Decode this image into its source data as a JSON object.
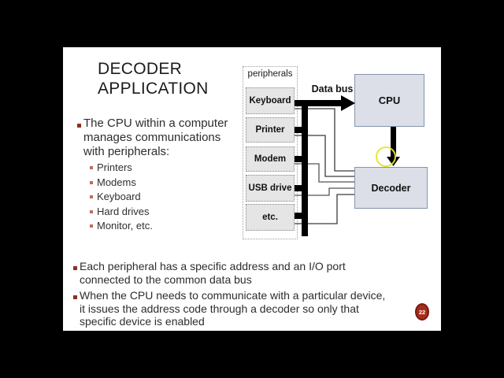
{
  "slide": {
    "title_lines": [
      "DECODER",
      "APPLICATION"
    ],
    "bullets": [
      {
        "lines": [
          "The CPU within a computer",
          "manages communications",
          "with peripherals:"
        ],
        "sub_items": [
          "Printers",
          "Modems",
          "Keyboard",
          "Hard drives",
          "Monitor, etc."
        ]
      },
      {
        "lines": [
          "Each peripheral has a specific address and an I/O port",
          "connected to the common data bus"
        ]
      },
      {
        "lines": [
          "When the CPU needs to communicate with a particular device,",
          "it issues the address code through a decoder so only that",
          "specific device is enabled"
        ]
      }
    ],
    "page_number": "22"
  },
  "diagram": {
    "container_label": "peripherals",
    "peripheral_boxes": [
      "Keyboard",
      "Printer",
      "Modem",
      "USB drive",
      "etc."
    ],
    "bus_label": "Data bus",
    "cpu_label": "CPU",
    "decoder_label": "Decoder"
  },
  "colors": {
    "background": "#000000",
    "slide_background": "#ffffff",
    "title_text": "#1c1c1c",
    "body_text": "#2d2d2d",
    "bullet_marker": "#8c3122",
    "sub_bullet_marker": "#bc6e58",
    "chip_box_fill": "#dcdfe7",
    "chip_box_border": "#8494ad",
    "peripheral_box_fill": "#e5e5e5",
    "peripheral_box_border": "#8a8a8a",
    "bus_color": "#000000",
    "wire_color": "#3a3a3a",
    "highlight_circle": "#e6e632",
    "page_badge_fill": "#a62d1c",
    "page_badge_border": "#7a190d",
    "page_badge_text": "#ffffff"
  }
}
